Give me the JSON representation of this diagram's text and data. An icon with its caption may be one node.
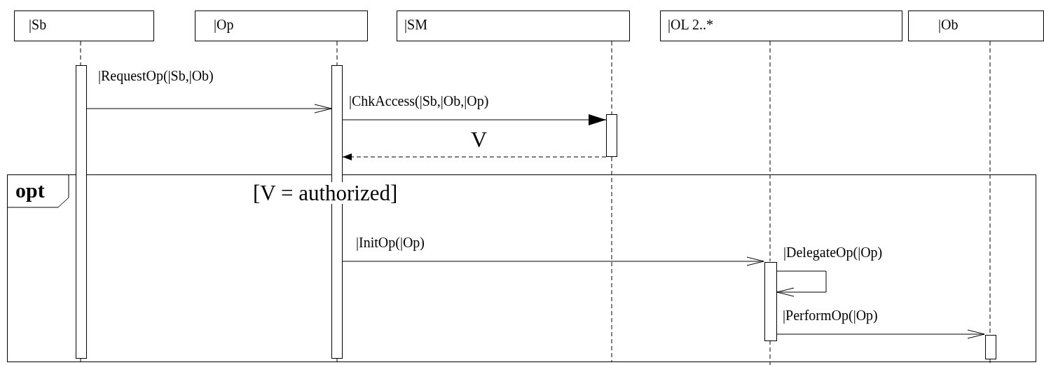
{
  "diagram": {
    "nodes": [
      {
        "text": [
          "|Sb"
        ]
      },
      {
        "text": [
          "|Op"
        ]
      },
      {
        "text": [
          "|SM"
        ]
      },
      {
        "text": [
          "|OL 2..*"
        ]
      },
      {
        "text": [
          "|Ob"
        ]
      },
      {
        "text": [
          "opt",
          "[V = authorized]"
        ]
      },
      {
        "text": [],
        "shape": "bar"
      },
      {
        "text": [],
        "shape": "bar"
      },
      {
        "text": [],
        "shape": "bar"
      },
      {
        "text": [],
        "shape": "bar",
        "in": 5
      },
      {
        "text": [],
        "shape": "bar",
        "in": 5
      }
    ],
    "edges": [
      {
        "from": 6,
        "to": 7,
        "arrow": "to",
        "label": "|RequestOp(|Sb,|Ob)"
      },
      {
        "from": 7,
        "to": 8,
        "arrow": "to",
        "label": "|ChkAccess(|Sb,|Ob,|Op)"
      },
      {
        "from": 8,
        "to": 7,
        "arrow": "to",
        "label": "V",
        "style": "dashed"
      },
      {
        "from": 7,
        "to": 9,
        "arrow": "to",
        "label": "|InitOp(|Op)"
      },
      {
        "from": 9,
        "to": 9,
        "arrow": "to",
        "label": "|DelegateOp(|Op)"
      },
      {
        "from": 9,
        "to": 10,
        "arrow": "to",
        "label": "|PerformOp(|Op)"
      },
      {
        "from": 0,
        "to": 6,
        "arrow": "none",
        "style": "dashed"
      },
      {
        "from": 1,
        "to": 7,
        "arrow": "none",
        "style": "dashed"
      },
      {
        "from": 2,
        "to": 8,
        "arrow": "none",
        "style": "dashed"
      },
      {
        "from": 3,
        "to": 9,
        "arrow": "none",
        "style": "dashed"
      },
      {
        "from": 4,
        "to": 10,
        "arrow": "none",
        "style": "dashed"
      },
      {
        "from": 8,
        "to": 5,
        "arrow": "none",
        "style": "dashed"
      }
    ]
  }
}
